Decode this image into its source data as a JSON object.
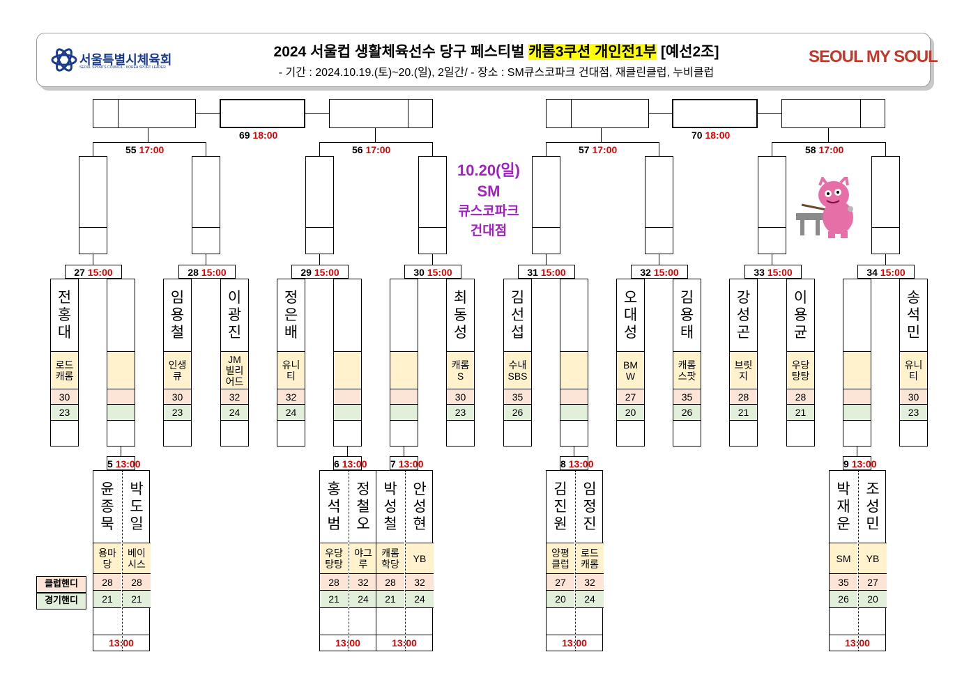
{
  "header": {
    "org_name": "서울특별시체육회",
    "org_sub": "SEOUL SPORTS COUNCIL · KOREA SPORT LEADER",
    "title_pre": "2024 서울컵 생활체육선수 당구 페스티벌 ",
    "title_hl": "캐롬3쿠션 개인전1부",
    "title_post": " [예선2조]",
    "subtitle": "- 기간 : 2024.10.19.(토)~20.(일), 2일간/ - 장소 : SM큐스코파크 건대점, 재클린클럽, 누비클럽",
    "brand": "SEOUL MY SOUL"
  },
  "venue": {
    "date": "10.20(일)",
    "sm": "SM",
    "line1": "큐스코파크",
    "line2": "건대점"
  },
  "matches": {
    "m69": {
      "no": "69",
      "time": "18:00"
    },
    "m70": {
      "no": "70",
      "time": "18:00"
    },
    "m55": {
      "no": "55",
      "time": "17:00"
    },
    "m56": {
      "no": "56",
      "time": "17:00"
    },
    "m57": {
      "no": "57",
      "time": "17:00"
    },
    "m58": {
      "no": "58",
      "time": "17:00"
    },
    "m27": {
      "no": "27",
      "time": "15:00"
    },
    "m28": {
      "no": "28",
      "time": "15:00"
    },
    "m29": {
      "no": "29",
      "time": "15:00"
    },
    "m30": {
      "no": "30",
      "time": "15:00"
    },
    "m31": {
      "no": "31",
      "time": "15:00"
    },
    "m32": {
      "no": "32",
      "time": "15:00"
    },
    "m33": {
      "no": "33",
      "time": "15:00"
    },
    "m34": {
      "no": "34",
      "time": "15:00"
    },
    "m5": {
      "no": "5",
      "time": "13:00"
    },
    "m6": {
      "no": "6",
      "time": "13:00"
    },
    "m7": {
      "no": "7",
      "time": "13:00"
    },
    "m8": {
      "no": "8",
      "time": "13:00"
    },
    "m9": {
      "no": "9",
      "time": "13:00"
    }
  },
  "round2": [
    {
      "name": [
        "전",
        "홍",
        "대"
      ],
      "club": [
        "로드",
        "캐롬"
      ],
      "club_handi": "30",
      "game_handi": "23"
    },
    {
      "name": [],
      "club": [],
      "club_handi": "",
      "game_handi": ""
    },
    {
      "name": [
        "임",
        "용",
        "철"
      ],
      "club": [
        "인생",
        "큐"
      ],
      "club_handi": "30",
      "game_handi": "23"
    },
    {
      "name": [
        "이",
        "광",
        "진"
      ],
      "club": [
        "JM",
        "빌리",
        "어드"
      ],
      "club_handi": "32",
      "game_handi": "24"
    },
    {
      "name": [
        "정",
        "은",
        "배"
      ],
      "club": [
        "유니",
        "티"
      ],
      "club_handi": "32",
      "game_handi": "24"
    },
    {
      "name": [],
      "club": [],
      "club_handi": "",
      "game_handi": ""
    },
    {
      "name": [],
      "club": [],
      "club_handi": "",
      "game_handi": ""
    },
    {
      "name": [
        "최",
        "동",
        "성"
      ],
      "club": [
        "캐롬",
        "S"
      ],
      "club_handi": "30",
      "game_handi": "23"
    },
    {
      "name": [
        "김",
        "선",
        "섭"
      ],
      "club": [
        "수내",
        "SBS"
      ],
      "club_handi": "35",
      "game_handi": "26"
    },
    {
      "name": [],
      "club": [],
      "club_handi": "",
      "game_handi": ""
    },
    {
      "name": [
        "오",
        "대",
        "성"
      ],
      "club": [
        "BM",
        "W"
      ],
      "club_handi": "27",
      "game_handi": "20"
    },
    {
      "name": [
        "김",
        "용",
        "태"
      ],
      "club": [
        "캐롬",
        "스팟"
      ],
      "club_handi": "35",
      "game_handi": "26"
    },
    {
      "name": [
        "강",
        "성",
        "곤"
      ],
      "club": [
        "브릿",
        "지"
      ],
      "club_handi": "28",
      "game_handi": "21"
    },
    {
      "name": [
        "이",
        "용",
        "균"
      ],
      "club": [
        "우당",
        "탕탕"
      ],
      "club_handi": "28",
      "game_handi": "21"
    },
    {
      "name": [],
      "club": [],
      "club_handi": "",
      "game_handi": ""
    },
    {
      "name": [
        "송",
        "석",
        "민"
      ],
      "club": [
        "유니",
        "티"
      ],
      "club_handi": "30",
      "game_handi": "23"
    }
  ],
  "round1": [
    [
      {
        "name": [
          "윤",
          "종",
          "묵"
        ],
        "club": [
          "용마",
          "당"
        ],
        "club_handi": "28",
        "game_handi": "21"
      },
      {
        "name": [
          "박",
          "도",
          "일"
        ],
        "club": [
          "베이",
          "시스"
        ],
        "club_handi": "28",
        "game_handi": "21"
      }
    ],
    [
      {
        "name": [
          "홍",
          "석",
          "범"
        ],
        "club": [
          "우당",
          "탕탕"
        ],
        "club_handi": "28",
        "game_handi": "21"
      },
      {
        "name": [
          "정",
          "철",
          "오"
        ],
        "club": [
          "야그",
          "루"
        ],
        "club_handi": "32",
        "game_handi": "24"
      }
    ],
    [
      {
        "name": [
          "박",
          "성",
          "철"
        ],
        "club": [
          "캐롬",
          "학당"
        ],
        "club_handi": "28",
        "game_handi": "21"
      },
      {
        "name": [
          "안",
          "성",
          "현"
        ],
        "club": [
          "YB"
        ],
        "club_handi": "32",
        "game_handi": "24"
      }
    ],
    [
      {
        "name": [
          "김",
          "진",
          "원"
        ],
        "club": [
          "양평",
          "클럽"
        ],
        "club_handi": "27",
        "game_handi": "20"
      },
      {
        "name": [
          "임",
          "정",
          "진"
        ],
        "club": [
          "로드",
          "캐롬"
        ],
        "club_handi": "32",
        "game_handi": "24"
      }
    ],
    [
      {
        "name": [
          "박",
          "재",
          "운"
        ],
        "club": [
          "SM"
        ],
        "club_handi": "35",
        "game_handi": "26"
      },
      {
        "name": [
          "조",
          "성",
          "민"
        ],
        "club": [
          "YB"
        ],
        "club_handi": "27",
        "game_handi": "20"
      }
    ]
  ],
  "legend": {
    "club_handi": "클럽핸디",
    "game_handi": "경기핸디"
  }
}
